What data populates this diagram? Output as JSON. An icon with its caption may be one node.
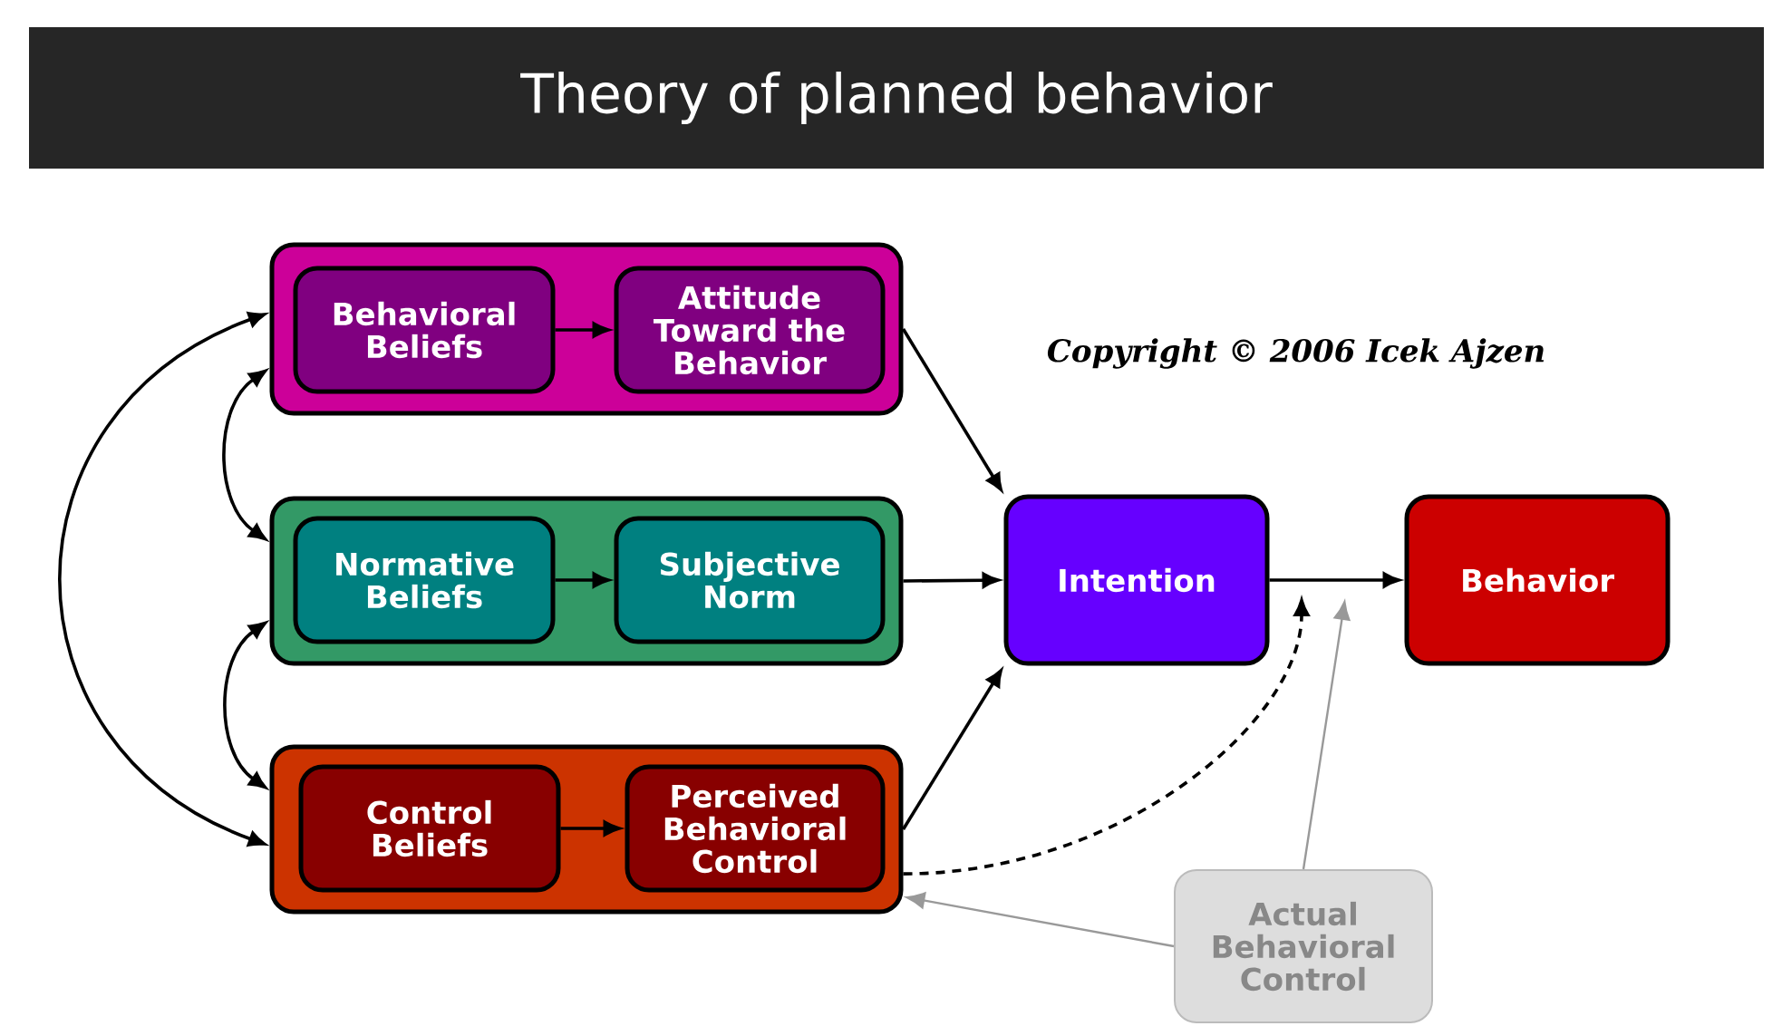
{
  "diagram": {
    "title": "Theory of planned behavior",
    "nodes": [
      {
        "text": [],
        "shape": "box"
      },
      {
        "text": [
          "Behavioral Beliefs"
        ],
        "in": 0
      },
      {
        "text": [
          "Attitude Toward the Behavior"
        ],
        "in": 0
      },
      {
        "text": [],
        "shape": "box"
      },
      {
        "text": [
          "Normative Beliefs"
        ],
        "in": 3
      },
      {
        "text": [
          "Subjective Norm"
        ],
        "in": 3
      },
      {
        "text": [],
        "shape": "box"
      },
      {
        "text": [
          "Control Beliefs"
        ],
        "in": 6
      },
      {
        "text": [
          "Perceived Behavioral Control"
        ],
        "in": 6
      },
      {
        "text": [
          "Intention"
        ]
      },
      {
        "text": [
          "Behavior"
        ]
      },
      {
        "text": [
          "Actual Behavioral Control"
        ]
      }
    ],
    "edges": [
      {
        "from": 1,
        "to": 2,
        "arrow": "to"
      },
      {
        "from": 4,
        "to": 5,
        "arrow": "to"
      },
      {
        "from": 7,
        "to": 8,
        "arrow": "to"
      },
      {
        "from": 0,
        "to": 9,
        "arrow": "to"
      },
      {
        "from": 3,
        "to": 9,
        "arrow": "to"
      },
      {
        "from": 6,
        "to": 9,
        "arrow": "to"
      },
      {
        "from": 9,
        "to": 10,
        "arrow": "to"
      },
      {
        "from": 0,
        "to": 3,
        "arrow": "both"
      },
      {
        "from": 3,
        "to": 6,
        "arrow": "both"
      },
      {
        "from": 0,
        "to": 6,
        "arrow": "both"
      },
      {
        "from": 6,
        "to": null,
        "arrow": "to",
        "style": "dashed"
      },
      {
        "from": 11,
        "to": 6,
        "arrow": "to",
        "color": "#999999"
      },
      {
        "from": 11,
        "to": null,
        "arrow": "to",
        "color": "#999999"
      }
    ],
    "labels": [
      "Copyright © 2006 Icek Ajzen"
    ]
  }
}
